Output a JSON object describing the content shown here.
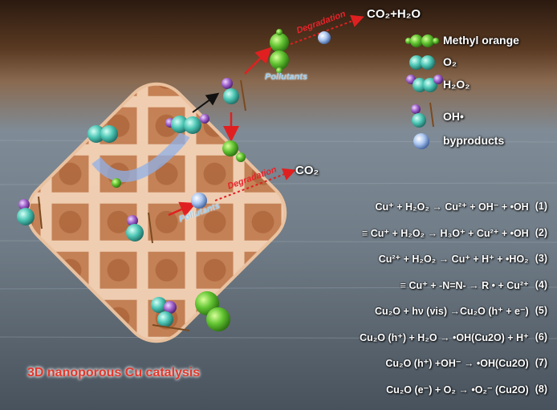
{
  "products": {
    "top": "CO₂+H₂O",
    "mid": "CO₂"
  },
  "labels": {
    "degradation_top": "Degradation",
    "degradation_mid": "Degradation",
    "pollutants_top": "Pollutants",
    "pollutants_mid": "Pollutants"
  },
  "legend": [
    {
      "label": "Methyl orange",
      "icon": "methyl-orange-molecule-icon",
      "color": "#5fc43a"
    },
    {
      "label": "O₂",
      "icon": "oxygen-molecule-icon",
      "color": "#4fc9b8"
    },
    {
      "label": "H₂O₂",
      "icon": "hydrogen-peroxide-molecule-icon",
      "color": "#a066c9"
    },
    {
      "label": "OH•",
      "icon": "hydroxyl-radical-icon",
      "color": "#4fc9b8"
    },
    {
      "label": "byproducts",
      "icon": "byproduct-sphere-icon",
      "color": "#a9c4ee"
    }
  ],
  "equations": [
    {
      "prefix": "",
      "text": "Cu⁺ + H₂O₂ → Cu²⁺ + OH⁻ + •OH",
      "num": "(1)"
    },
    {
      "prefix": "≡",
      "text": "Cu⁺ + H₂O₂ → H₃O⁺ + Cu²⁺ + •OH",
      "num": "(2)"
    },
    {
      "prefix": "",
      "text": "Cu²⁺ + H₂O₂ →  Cu⁺ + H⁺ + •HO₂",
      "num": "(3)"
    },
    {
      "prefix": "≡",
      "text": "Cu⁺ + -N=N-  →  R • + Cu²⁺",
      "num": "(4)"
    },
    {
      "prefix": "",
      "text": "Cu₂O  + hν (vis) →Cu₂O (h⁺ + e⁻)",
      "num": "(5)"
    },
    {
      "prefix": "",
      "text": "Cu₂O (h⁺) + H₂O → •OH(Cu2O) + H⁺",
      "num": "(6)"
    },
    {
      "prefix": "",
      "text": "Cu₂O (h⁺) +OH⁻ → •OH(Cu2O)",
      "num": "(7)"
    },
    {
      "prefix": "",
      "text": "Cu₂O (e⁻) + O₂ → •O₂⁻ (Cu2O)",
      "num": "(8)"
    }
  ],
  "title": "3D nanoporous Cu catalysis"
}
